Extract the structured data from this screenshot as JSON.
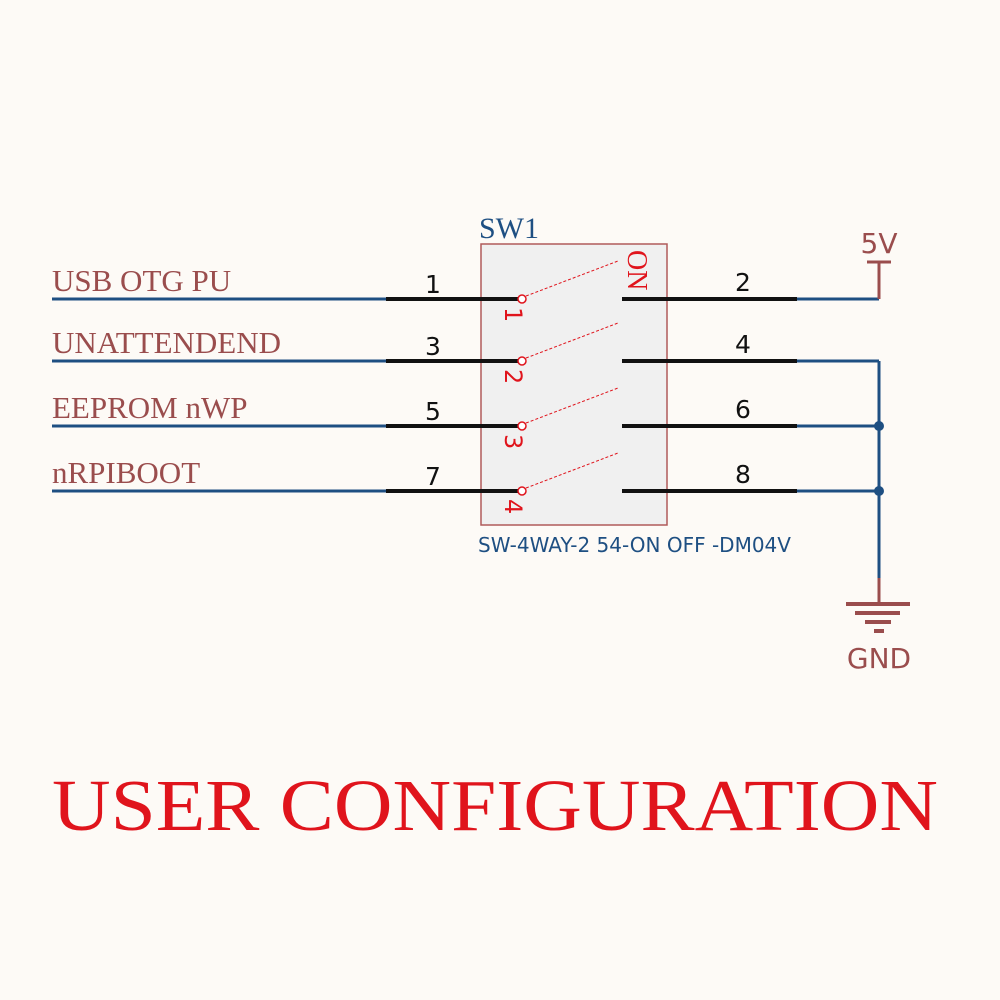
{
  "component": {
    "ref": "SW1",
    "part": "SW-4WAY-2 54-ON OFF -DM04V",
    "on_label": "ON"
  },
  "rows": [
    {
      "net": "USB OTG PU",
      "left_pin": "1",
      "right_pin": "2",
      "switch": "1"
    },
    {
      "net": "UNATTENDEND",
      "left_pin": "3",
      "right_pin": "4",
      "switch": "2"
    },
    {
      "net": "EEPROM nWP",
      "left_pin": "5",
      "right_pin": "6",
      "switch": "3"
    },
    {
      "net": "nRPIBOOT",
      "left_pin": "7",
      "right_pin": "8",
      "switch": "4"
    }
  ],
  "power": {
    "vcc": "5V",
    "gnd": "GND"
  },
  "title": "USER CONFIGURATION",
  "colors": {
    "wire": "#1e4f82",
    "pin": "#111111",
    "net_label": "#9a4d4d",
    "accent": "#e0141c"
  }
}
